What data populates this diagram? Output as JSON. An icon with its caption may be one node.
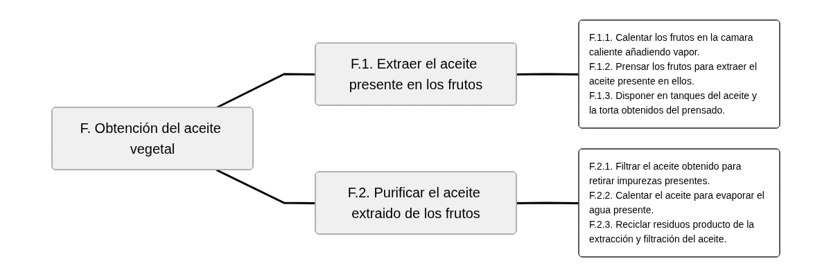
{
  "diagram": {
    "nodes": [
      {
        "text": [
          "F. Obtención del aceite vegetal"
        ]
      },
      {
        "text": [
          "F.1. Extraer el aceite presente en los frutos"
        ]
      },
      {
        "text": [
          "F.2. Purificar el aceite extraido de los frutos"
        ]
      },
      {
        "text": [
          "F.1.1. Calentar los frutos en la camara caliente añadiendo vapor.",
          "F.1.2. Prensar los frutos para extraer el aceite presente en ellos.",
          "F.1.3. Disponer en tanques del aceite y la torta obtenidos del prensado."
        ]
      },
      {
        "text": [
          "F.2.1. Filtrar el aceite obtenido para retirar impurezas presentes.",
          "F.2.2. Calentar el aceite para evaporar el agua presente.",
          "F.2.3. Reciclar residuos producto de la extracción y filtración del aceite."
        ]
      }
    ],
    "edges": [
      {
        "from": 0,
        "to": 1,
        "arrow": "none"
      },
      {
        "from": 0,
        "to": 2,
        "arrow": "none"
      },
      {
        "from": 1,
        "to": 3,
        "arrow": "none"
      },
      {
        "from": 2,
        "to": 4,
        "arrow": "none"
      }
    ]
  }
}
